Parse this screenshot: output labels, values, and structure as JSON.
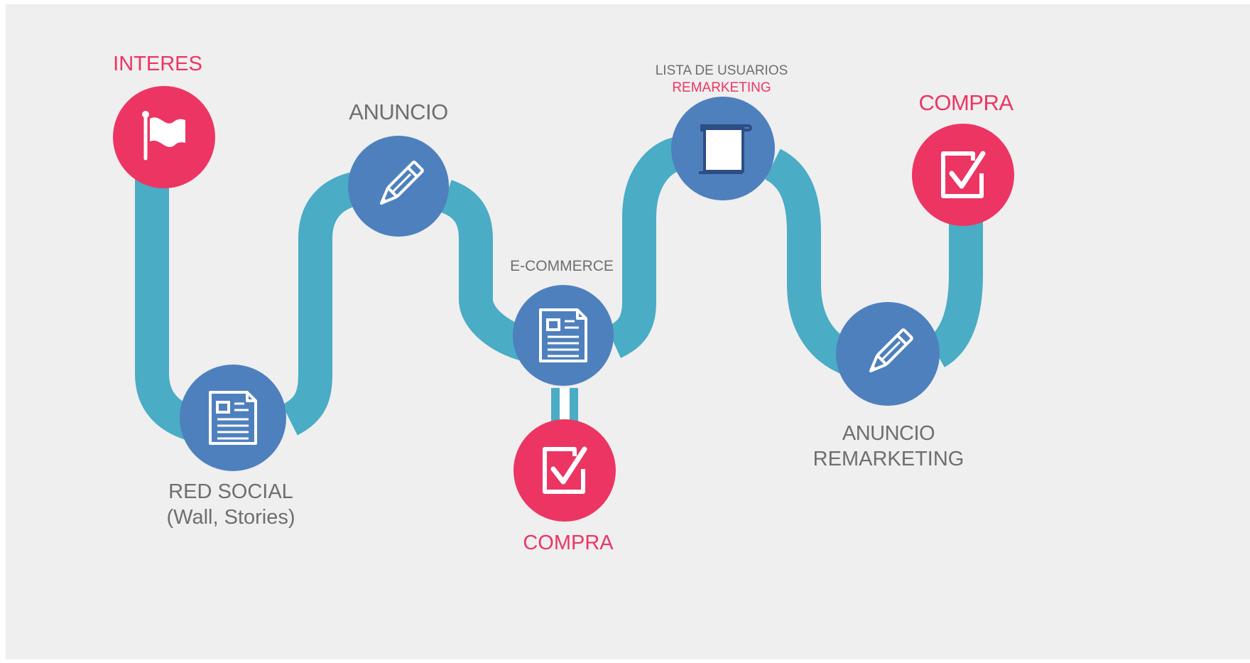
{
  "colors": {
    "background": "#efefef",
    "path": "#4aacc5",
    "blue_node": "#4e80bd",
    "pink_node": "#ec3563",
    "icon": "#ffffff",
    "pink_text": "#ec3563",
    "gray_text": "#6e6e6e"
  },
  "nodes": [
    {
      "id": "interes",
      "icon": "flag-icon",
      "color": "pink"
    },
    {
      "id": "red-social",
      "icon": "document-icon",
      "color": "blue"
    },
    {
      "id": "anuncio",
      "icon": "pencil-icon",
      "color": "blue"
    },
    {
      "id": "e-commerce",
      "icon": "document-icon",
      "color": "blue"
    },
    {
      "id": "compra-bottom",
      "icon": "checkbox-icon",
      "color": "pink"
    },
    {
      "id": "lista-usuarios",
      "icon": "scroll-icon",
      "color": "blue"
    },
    {
      "id": "anuncio-remarketing",
      "icon": "pencil-icon",
      "color": "blue"
    },
    {
      "id": "compra-final",
      "icon": "checkbox-icon",
      "color": "pink"
    }
  ],
  "labels": {
    "interes": "INTERES",
    "red_social_line1": "RED SOCIAL",
    "red_social_line2": "(Wall, Stories)",
    "anuncio": "ANUNCIO",
    "e_commerce": "E-COMMERCE",
    "compra_bottom": "COMPRA",
    "lista_line1": "LISTA DE USUARIOS",
    "lista_line2": "REMARKETING",
    "anuncio_rem_line1": "ANUNCIO",
    "anuncio_rem_line2": "REMARKETING",
    "compra_final": "COMPRA"
  }
}
